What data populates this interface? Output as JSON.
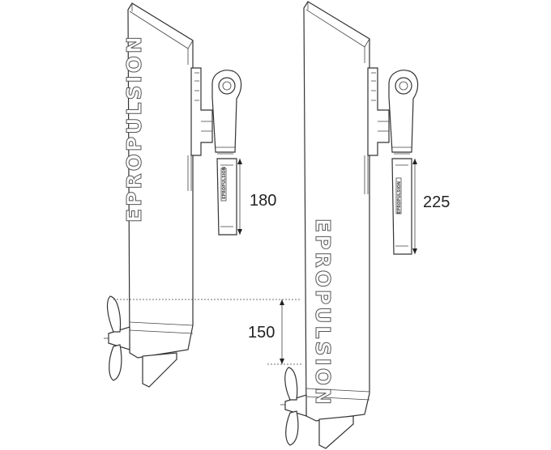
{
  "brand_text": "EPROPULSION",
  "dimensions": {
    "left_handle": "180",
    "right_handle": "225",
    "shaft_offset": "150"
  },
  "units": "",
  "handle_brand_small": "EPROPULSION"
}
